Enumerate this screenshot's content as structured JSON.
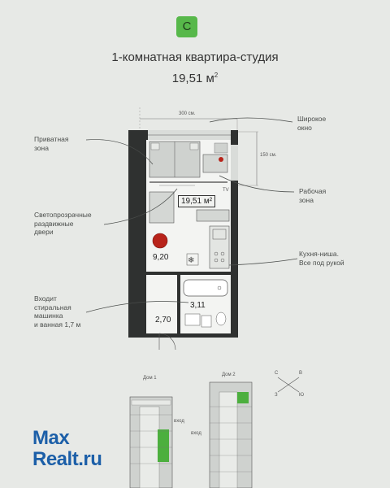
{
  "badge": {
    "letter": "С"
  },
  "title": "1-комнатная квартира-студия",
  "area": {
    "value": "19,51 м",
    "sup": "2"
  },
  "dimensions": {
    "width": "300 см.",
    "depth": "150 см."
  },
  "callouts": {
    "wide_window": [
      "Широкое",
      "окно"
    ],
    "private_zone": [
      "Приватная",
      "зона"
    ],
    "work_zone": [
      "Рабочая",
      "зона"
    ],
    "doors": [
      "Светопрозрачные",
      "раздвижные",
      "двери"
    ],
    "kitchen": [
      "Кухня-ниша.",
      "Все под рукой"
    ],
    "washer": [
      "Входит",
      "стиральная",
      "машинка",
      "и ванная 1,7 м"
    ]
  },
  "rooms": {
    "main": "19,51",
    "main_unit": "м²",
    "kitchen": "9,20",
    "bath": "3,11",
    "hall": "2,70"
  },
  "tv_label": "TV",
  "site_plan": {
    "building1": "Дом 1",
    "building2": "Дом 2",
    "entrance1": "вход",
    "entrance2": "вход"
  },
  "compass": {
    "n": "С",
    "e": "В",
    "s": "Ю",
    "w": "З"
  },
  "watermark": {
    "line1": "Max",
    "line2": "Realt.ru"
  },
  "colors": {
    "badge": "#57b84a",
    "wall": "#2f3130",
    "accent": "#b8231a",
    "highlight": "#4caf3e"
  }
}
